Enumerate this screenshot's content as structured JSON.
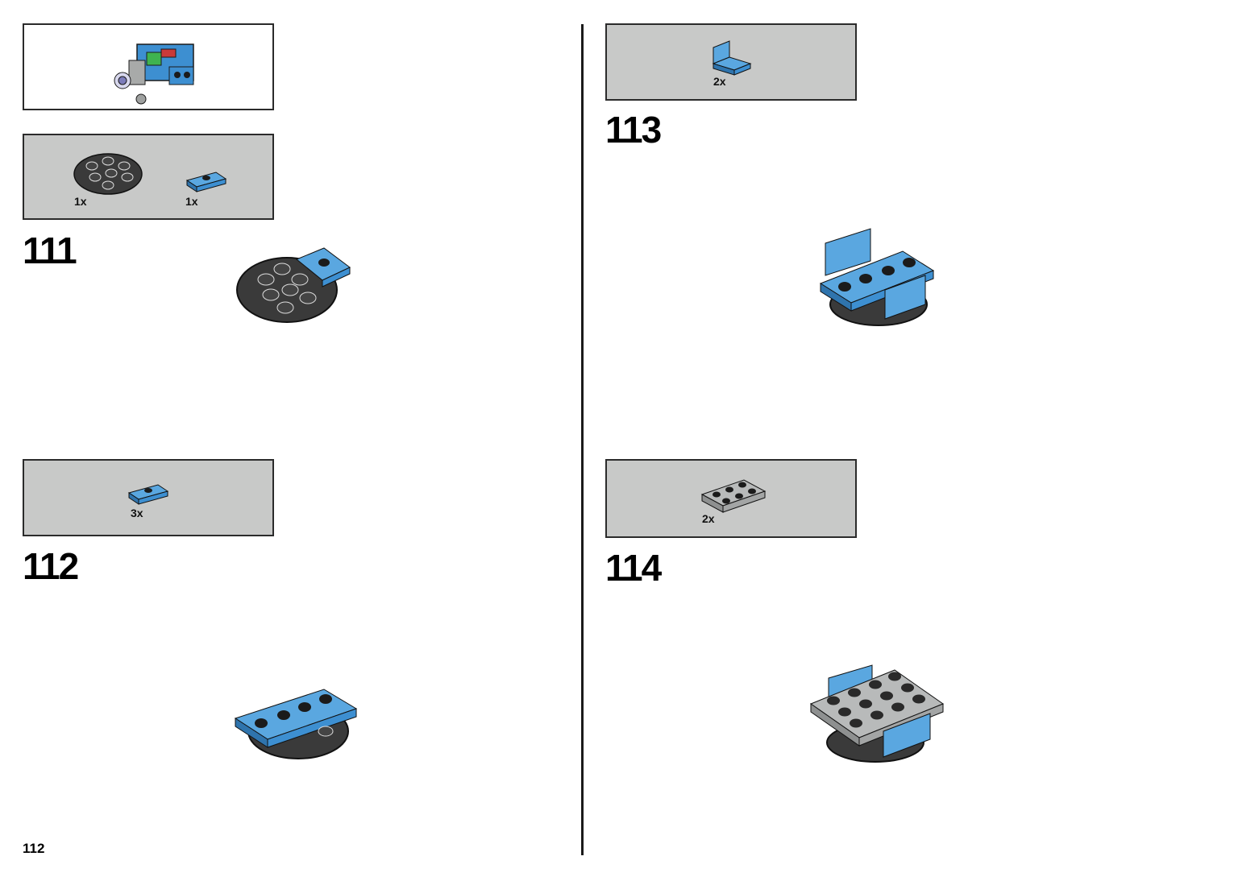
{
  "page_number": "112",
  "steps": [
    {
      "number": "111",
      "parts": [
        {
          "qty": "1x",
          "icon": "round-plate-black"
        },
        {
          "qty": "1x",
          "icon": "jumper-plate-blue"
        }
      ]
    },
    {
      "number": "112",
      "parts": [
        {
          "qty": "3x",
          "icon": "jumper-plate-blue"
        }
      ]
    },
    {
      "number": "113",
      "parts": [
        {
          "qty": "2x",
          "icon": "panel-blue"
        }
      ]
    },
    {
      "number": "114",
      "parts": [
        {
          "qty": "2x",
          "icon": "plate-2x3-gray"
        }
      ]
    }
  ],
  "colors": {
    "blue": "#3d8fd1",
    "black_part": "#3a3a3a",
    "gray_part": "#9fa1a0",
    "callout_bg": "#c8c9c8"
  }
}
